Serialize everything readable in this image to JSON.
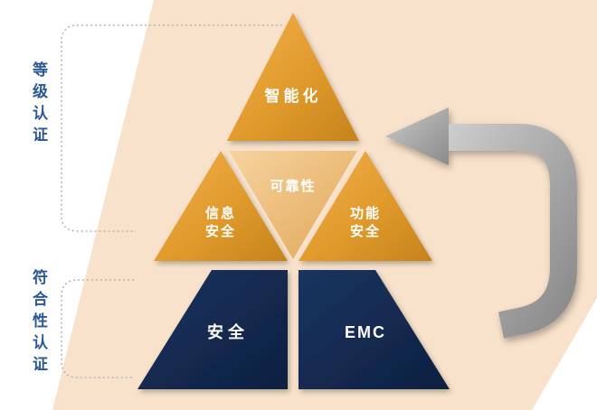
{
  "diagram": {
    "side_labels": {
      "grade_certification": "等级认证",
      "conformity_certification": "符合性认证"
    },
    "pyramid": {
      "top": "智能化",
      "middle_center": "可靠性",
      "middle_left_line1": "信息",
      "middle_left_line2": "安全",
      "middle_right_line1": "功能",
      "middle_right_line2": "安全",
      "bottom_left": "安全",
      "bottom_right": "EMC"
    },
    "colors": {
      "background_band": "#f8e2cb",
      "triangle_orange": "#d9931f",
      "triangle_light": "#f0c183",
      "navy": "#12294e",
      "label_blue": "#2b5797",
      "arrow_gray": "#a8a8a8",
      "dotted_line": "#b5b5b5"
    }
  }
}
